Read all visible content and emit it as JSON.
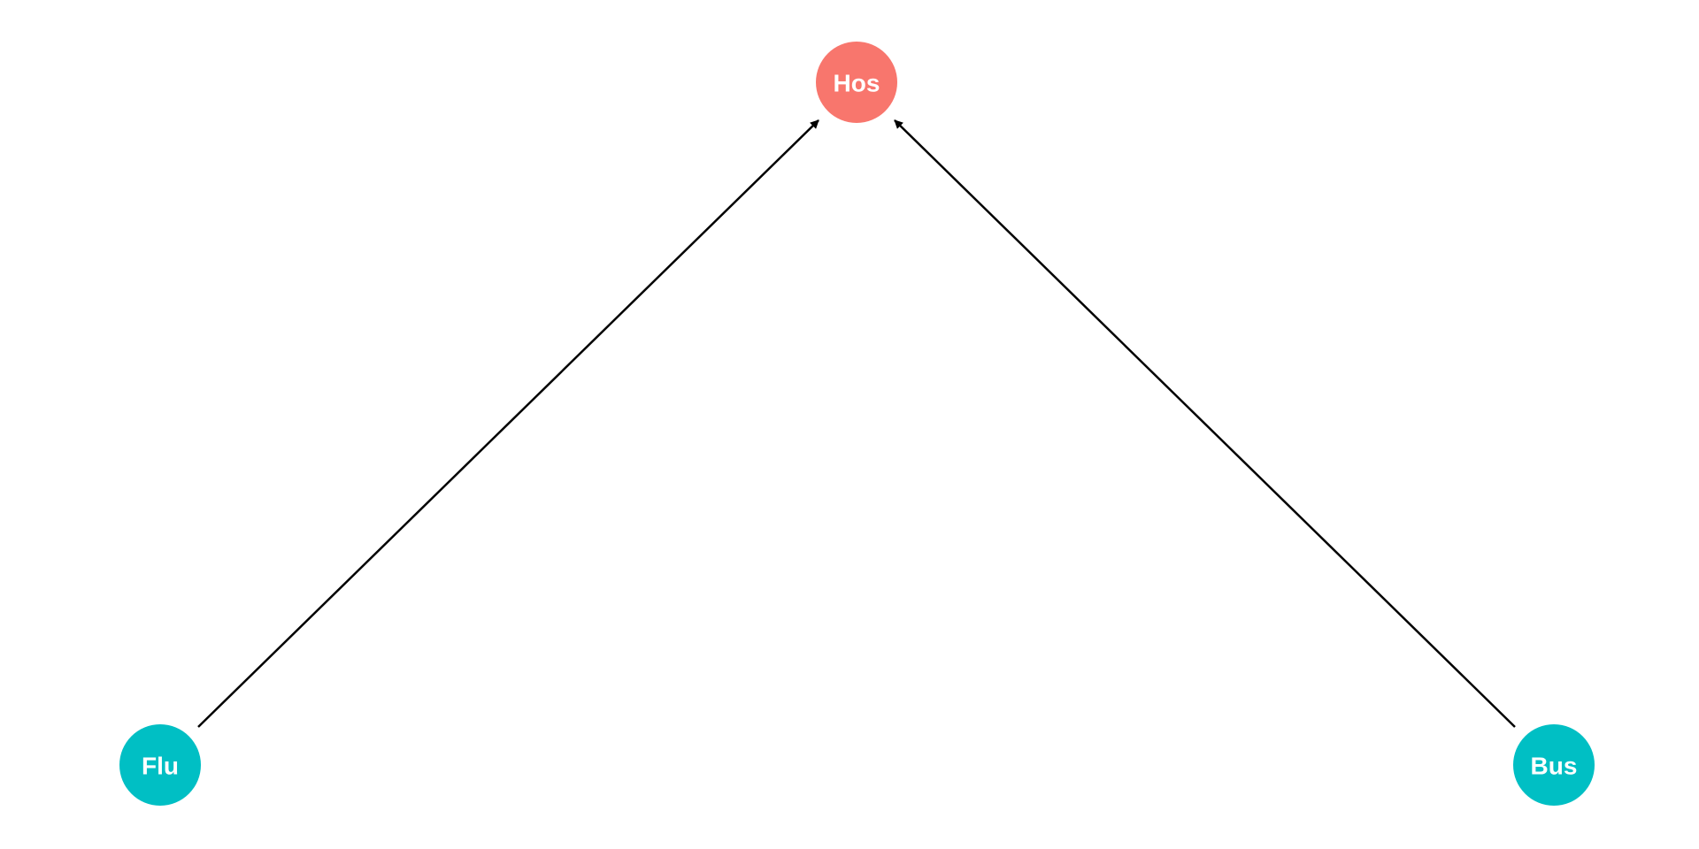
{
  "nodes": [
    {
      "id": "hos",
      "label": "Hos",
      "color": "#F8766D"
    },
    {
      "id": "flu",
      "label": "Flu",
      "color": "#00BFC4"
    },
    {
      "id": "bus",
      "label": "Bus",
      "color": "#00BFC4"
    }
  ],
  "edges": [
    {
      "from": "flu",
      "to": "hos"
    },
    {
      "from": "bus",
      "to": "hos"
    }
  ]
}
